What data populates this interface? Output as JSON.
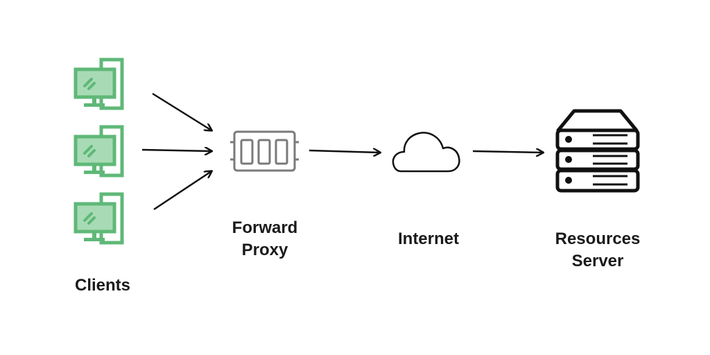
{
  "nodes": {
    "clients": {
      "label": "Clients",
      "count": 3
    },
    "proxy": {
      "label_line1": "Forward",
      "label_line2": "Proxy"
    },
    "internet": {
      "label": "Internet"
    },
    "server": {
      "label_line1": "Resources",
      "label_line2": "Server"
    }
  },
  "colors": {
    "client_stroke": "#5fb878",
    "client_fill": "#a8dbb5",
    "proxy_stroke": "#7a7a7a",
    "line": "#111111",
    "text": "#1a1a1a"
  },
  "icons": {
    "clients": "desktop-computer-icon",
    "proxy": "proxy-module-icon",
    "internet": "cloud-icon",
    "server": "server-rack-icon"
  }
}
